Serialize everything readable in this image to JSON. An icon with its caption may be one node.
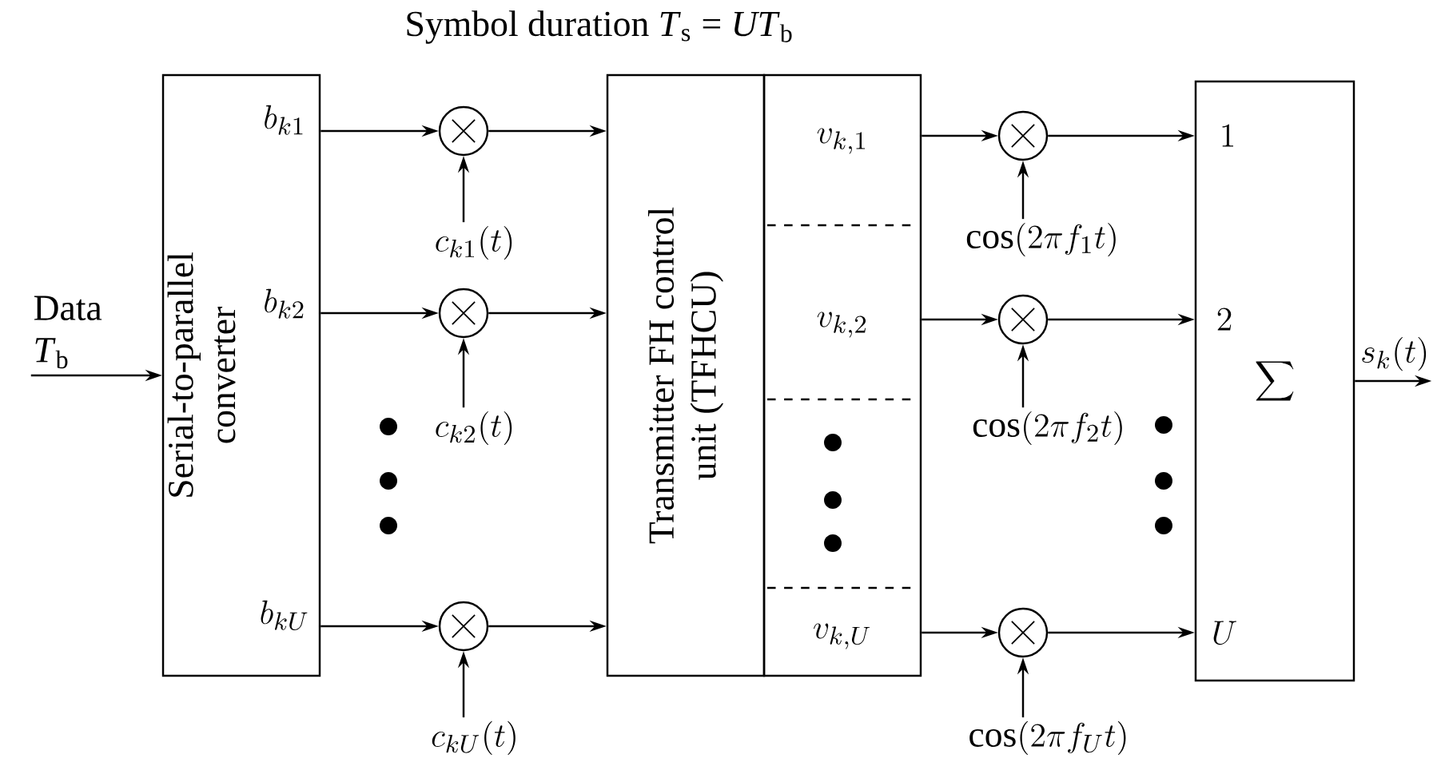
{
  "diagram": {
    "title": "Symbol duration *T*$_{s}$ = *UT*$_{b}$",
    "nodes": [
      {
        "text": [
          "Serial-to-parallel converter"
        ]
      },
      {
        "text": [
          "Transmitter FH control unit (TFHCU)"
        ]
      },
      {
        "text": [],
        "shape": "box"
      },
      {
        "text": [
          "v_{k,1}"
        ],
        "in": 2
      },
      {
        "text": [
          "v_{k,2}"
        ],
        "in": 2
      },
      {
        "text": [
          "v_{k,U}"
        ],
        "in": 2
      },
      {
        "text": [
          "\\sum"
        ]
      },
      {
        "text": [],
        "shape": "circle"
      },
      {
        "text": [],
        "shape": "circle"
      },
      {
        "text": [],
        "shape": "circle"
      },
      {
        "text": [],
        "shape": "circle"
      },
      {
        "text": [],
        "shape": "circle"
      },
      {
        "text": [],
        "shape": "circle"
      },
      {
        "text": [
          "c_{k1}(t)"
        ]
      },
      {
        "text": [
          "c_{k2}(t)"
        ]
      },
      {
        "text": [
          "c_{kU}(t)"
        ]
      },
      {
        "text": [
          "\\cos(2\\pi f_1 t)"
        ]
      },
      {
        "text": [
          "\\cos(2\\pi f_2 t)"
        ]
      },
      {
        "text": [
          "\\cos(2\\pi f_U t)"
        ]
      }
    ],
    "edges": [
      {
        "from": null,
        "to": 0,
        "arrow": "to",
        "label": "Data *T*$_{b}$"
      },
      {
        "from": 0,
        "to": 7,
        "arrow": "to"
      },
      {
        "from": 7,
        "to": 1,
        "arrow": "to"
      },
      {
        "from": 0,
        "to": 8,
        "arrow": "to"
      },
      {
        "from": 8,
        "to": 1,
        "arrow": "to"
      },
      {
        "from": 0,
        "to": 9,
        "arrow": "to"
      },
      {
        "from": 9,
        "to": 1,
        "arrow": "to"
      },
      {
        "from": 13,
        "to": 7,
        "arrow": "to"
      },
      {
        "from": 14,
        "to": 8,
        "arrow": "to"
      },
      {
        "from": 15,
        "to": 9,
        "arrow": "to"
      },
      {
        "from": 3,
        "to": 10,
        "arrow": "to"
      },
      {
        "from": 10,
        "to": 6,
        "arrow": "to"
      },
      {
        "from": 4,
        "to": 11,
        "arrow": "to"
      },
      {
        "from": 11,
        "to": 6,
        "arrow": "to"
      },
      {
        "from": 5,
        "to": 12,
        "arrow": "to"
      },
      {
        "from": 12,
        "to": 6,
        "arrow": "to"
      },
      {
        "from": 16,
        "to": 10,
        "arrow": "to"
      },
      {
        "from": 17,
        "to": 11,
        "arrow": "to"
      },
      {
        "from": 18,
        "to": 12,
        "arrow": "to"
      },
      {
        "from": 6,
        "to": null,
        "arrow": "to",
        "label": "s_k(t)"
      }
    ],
    "labels": [
      "b_{k1}",
      "b_{k2}",
      "b_{kU}",
      "1",
      "2",
      "U"
    ]
  }
}
